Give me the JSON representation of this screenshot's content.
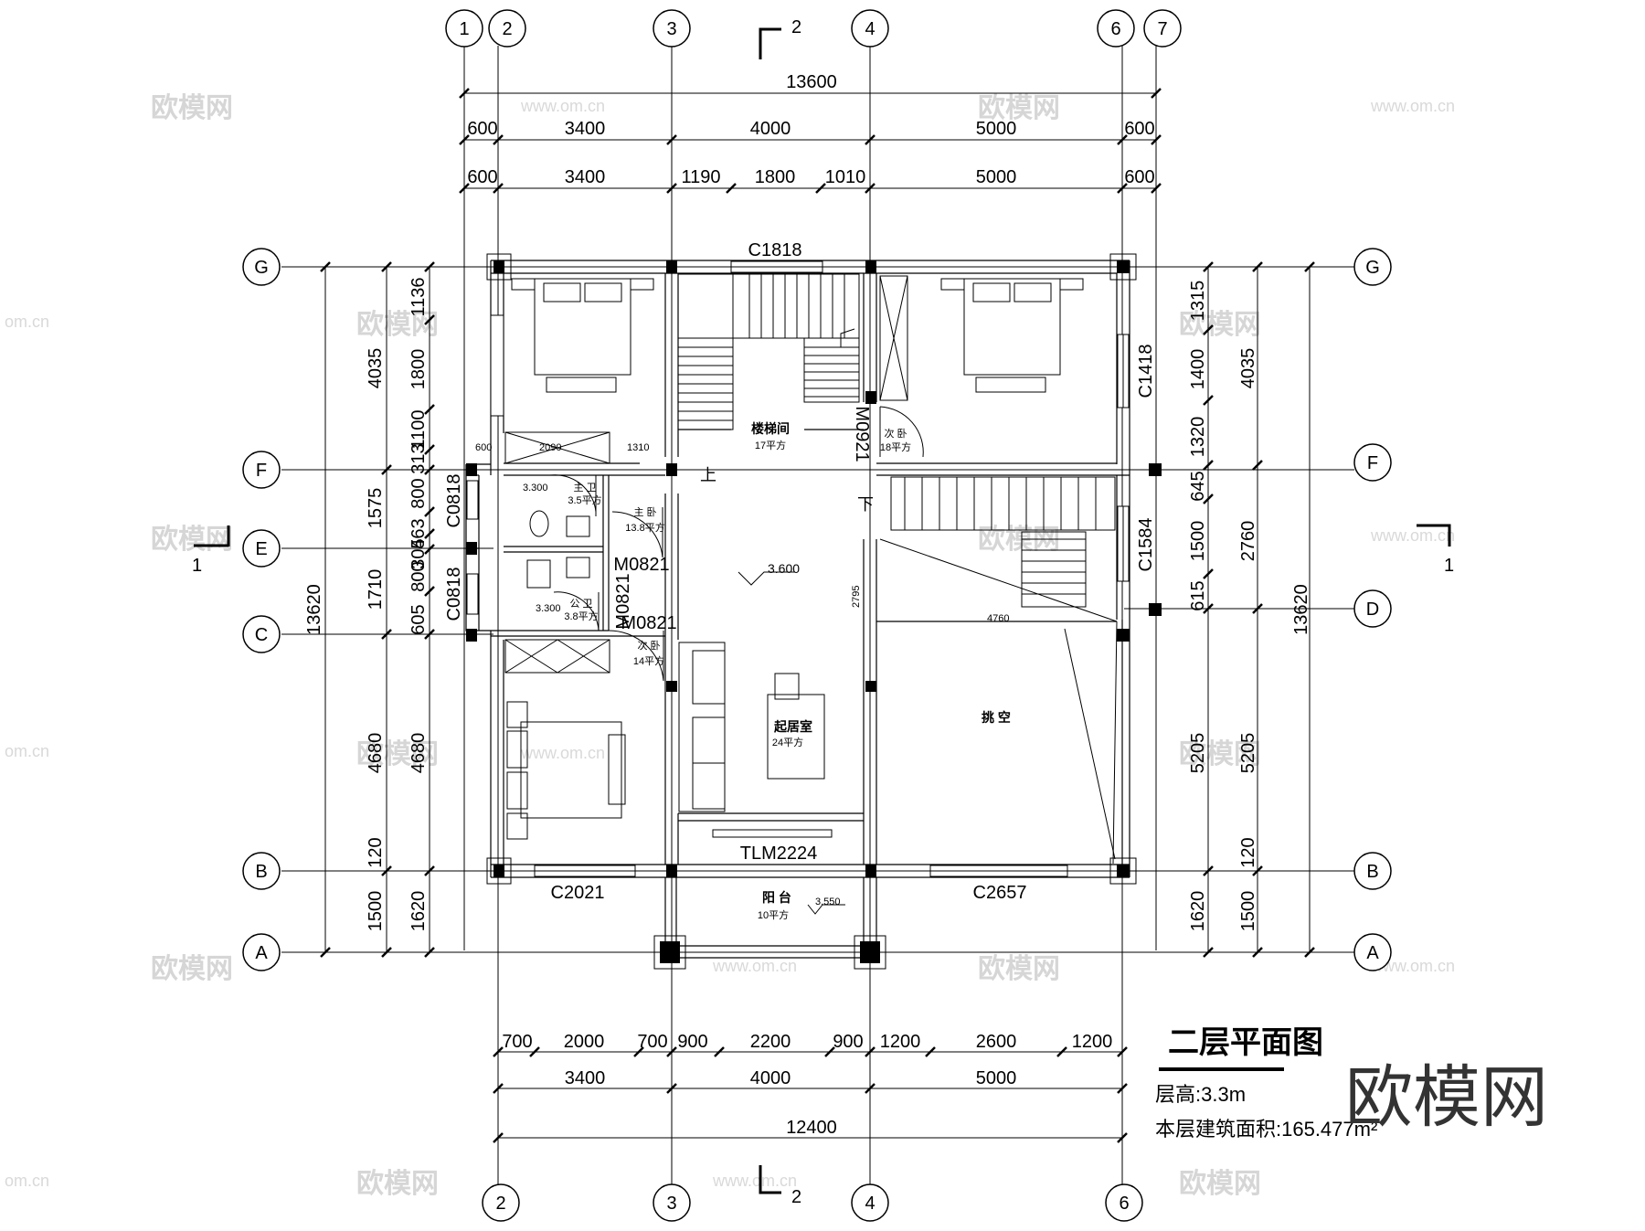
{
  "title": "二层平面图",
  "floor_height": "层高:3.3m",
  "floor_area": "本层建筑面积:165.477m²",
  "brand_watermark": "欧模网",
  "watermark_text": "欧模网",
  "watermark_url": "www.om.cn",
  "watermark_url_edge": "om.cn",
  "section_mark": "2",
  "section_side": "1",
  "axes_top": [
    "1",
    "2",
    "3",
    "4",
    "6",
    "7"
  ],
  "axes_bottom": [
    "2",
    "3",
    "4",
    "6"
  ],
  "axes_rows": [
    "G",
    "F",
    "E",
    "C",
    "B",
    "A",
    "D"
  ],
  "dims_top": {
    "overall": "13600",
    "row2": [
      "600",
      "3400",
      "4000",
      "5000",
      "600"
    ],
    "row3": [
      "600",
      "3400",
      "1190",
      "1800",
      "1010",
      "5000",
      "600"
    ]
  },
  "dims_bottom": {
    "row1": [
      "700",
      "2000",
      "700",
      "900",
      "2200",
      "900",
      "1200",
      "2600",
      "1200"
    ],
    "row2": [
      "3400",
      "4000",
      "5000"
    ],
    "overall": "12400"
  },
  "dims_left": {
    "overall": "13620",
    "outer": [
      "4035",
      "1575",
      "1710",
      "4680",
      "1500"
    ],
    "inner": [
      "1136",
      "1800",
      "1100",
      "313",
      "800",
      "463",
      "305",
      "800",
      "605",
      "4680",
      "120",
      "1620"
    ]
  },
  "dims_right": {
    "overall": "13620",
    "outer": [
      "4035",
      "2760",
      "5205",
      "1500"
    ],
    "inner": [
      "1315",
      "1400",
      "1320",
      "645",
      "1500",
      "615",
      "5205",
      "120",
      "1620"
    ]
  },
  "openings": {
    "c1818": "C1818",
    "c1418": "C1418",
    "c1584": "C1584",
    "c0818_a": "C0818",
    "c0818_b": "C0818",
    "m0921": "M0921",
    "m0821_a": "M0821",
    "m0821_b": "M0821",
    "m0821_c": "M0821",
    "tlm2224": "TLM2224",
    "c2021": "C2021",
    "c2657": "C2657"
  },
  "rooms": {
    "stair": {
      "name": "楼梯间",
      "area": "17平方"
    },
    "living": {
      "name": "起居室",
      "area": "24平方"
    },
    "void": {
      "name": "挑  空"
    },
    "balcony": {
      "name": "阳 台",
      "area": "10平方"
    },
    "bed_ne": {
      "name": "次 卧",
      "area": "18平方"
    },
    "bed_sw": {
      "name": "次 卧",
      "area": "14平方"
    },
    "master_bath": {
      "name": "主 卫",
      "area": "3.5平方"
    },
    "master_room": {
      "name": "主 卧",
      "area": "13.8平方"
    },
    "public_bath": {
      "name": "公 卫",
      "area": "3.8平方"
    }
  },
  "labels": {
    "up": "上",
    "down": "下",
    "level_living": "3.600",
    "level_bath1": "3.300",
    "level_bath2": "3.300",
    "level_balcony": "3.550",
    "dim_2795": "2795",
    "dim_4760": "4760",
    "dim_600": "600",
    "dim_2090": "2090",
    "dim_1310": "1310"
  }
}
